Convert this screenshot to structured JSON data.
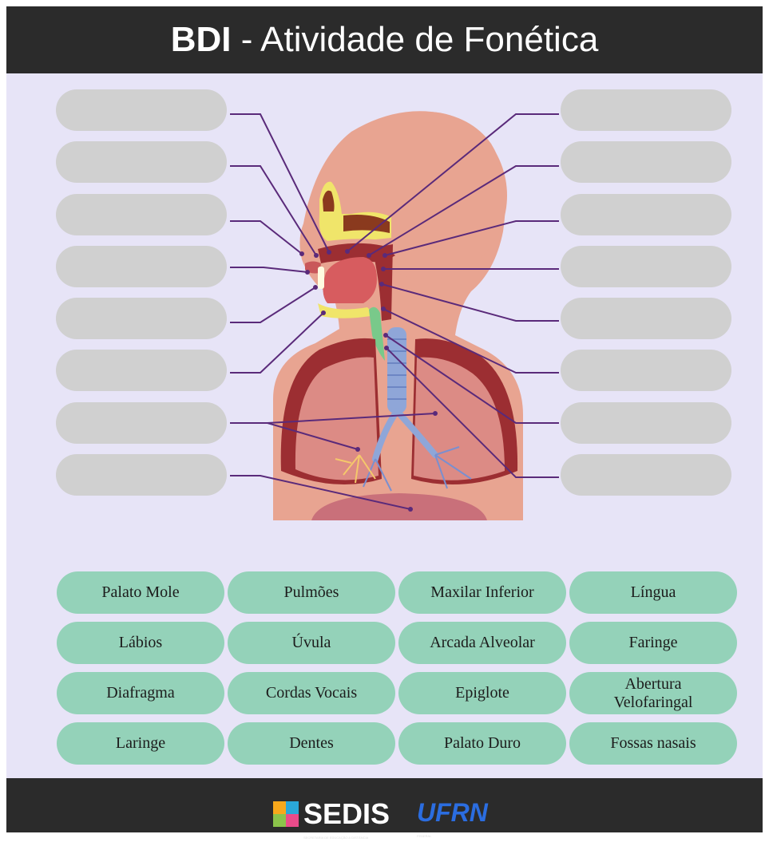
{
  "header": {
    "title_bold": "BDI",
    "title_rest": " - Atividade de Fonética"
  },
  "word_bank": [
    "Palato Mole",
    "Pulmões",
    "Maxilar Inferior",
    "Língua",
    "Lábios",
    "Úvula",
    "Arcada Alveolar",
    "Faringe",
    "Diafragma",
    "Cordas Vocais",
    "Epiglote",
    "Abertura Velofaringal",
    "Laringe",
    "Dentes",
    "Palato Duro",
    "Fossas nasais"
  ],
  "drop_zones": {
    "left_count": 8,
    "right_count": 8
  },
  "footer": {
    "sedis_logo": "SEDIS",
    "sedis_tagline": "SECRETARIA DE EDUCAÇÃO A DISTÂNCIA",
    "ufrn_logo": "UFRN",
    "ufrn_tagline": "FEDERAL"
  },
  "colors": {
    "header_bg": "#2b2b2b",
    "content_bg": "#e7e4f7",
    "drop_zone": "#d0d0d0",
    "word_chip": "#94d2b9",
    "leader_line": "#5a2a7a",
    "skin": "#e8a491",
    "tissue_dark": "#9c2e32"
  }
}
